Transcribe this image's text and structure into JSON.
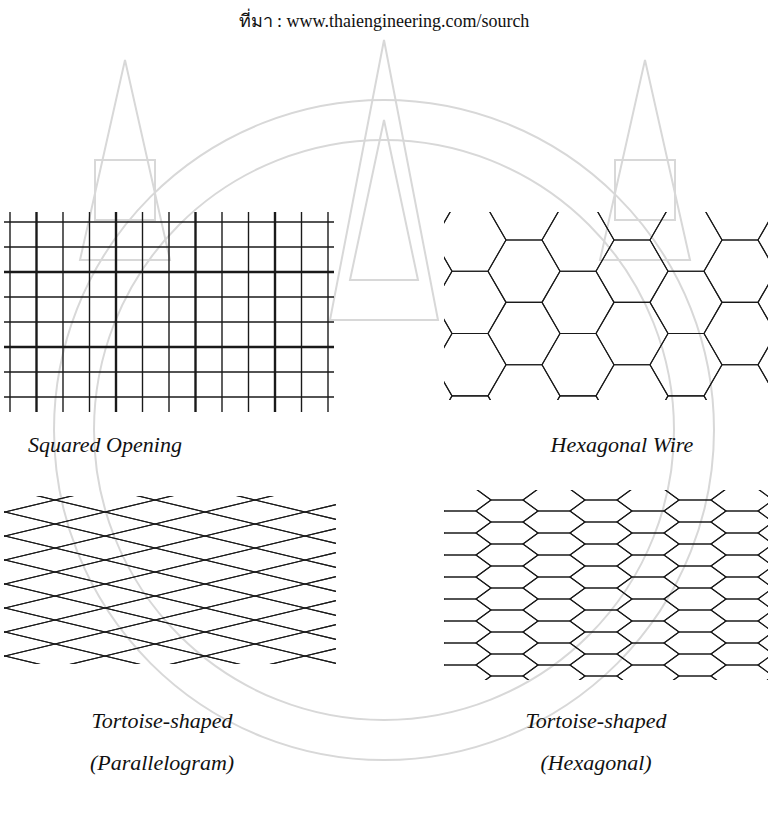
{
  "diagram": {
    "labels": [
      "ที่มา : www.thaiengineering.com/sourch",
      "Squared Opening",
      "Hexagonal Wire",
      "Tortoise-shaped (Parallelogram)",
      "Tortoise-shaped (Hexagonal)"
    ]
  }
}
